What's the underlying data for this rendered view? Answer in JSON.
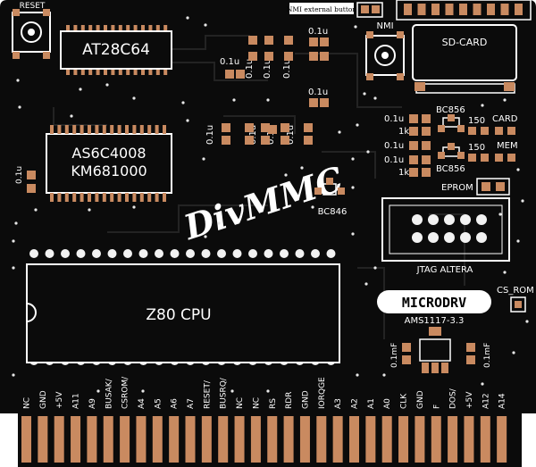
{
  "colors": {
    "pcb": "#0b0b0b",
    "copper": "#c98a60",
    "silk": "#ffffff",
    "pad_hole": "#f2f2f2",
    "chip_body": "#0b0b0b"
  },
  "buttons": {
    "reset": "RESET",
    "nmi": "NMI",
    "nmi_external": "NMI external button"
  },
  "chips": {
    "rom": "AT28C64",
    "ram_line1": "AS6C4008",
    "ram_line2": "KM681000",
    "cpu": "Z80 CPU"
  },
  "logos": {
    "divmmc": "DivMMC",
    "microdrv": "MICRODRV"
  },
  "labels": {
    "sdcard": "SD-CARD",
    "bc856_top": "BC856",
    "bc856_bottom": "BC856",
    "bc846": "BC846",
    "r150_card": "150",
    "card": "CARD",
    "r150_mem": "150",
    "mem": "MEM",
    "eprom": "EPROM",
    "jtag": "JTAG ALTERA",
    "cs_rom": "CS_ROM",
    "ams": "AMS1117-3.3",
    "cap_01u": "0.1u",
    "res_1k": "1k",
    "cap_01mf": "0.1mF"
  },
  "edge_pins": [
    "NC",
    "GND",
    "+5V",
    "A11",
    "A9",
    "BUSAK/",
    "CSROM/",
    "A4",
    "A5",
    "A6",
    "A7",
    "RESET/",
    "BUSRQ/",
    "NC",
    "NC",
    "RS",
    "RDR",
    "GND",
    "IORQGE",
    "A3",
    "A2",
    "A1",
    "A0",
    "CLK",
    "GND",
    "F",
    "DOS/",
    "+5V",
    "A12",
    "A14"
  ]
}
